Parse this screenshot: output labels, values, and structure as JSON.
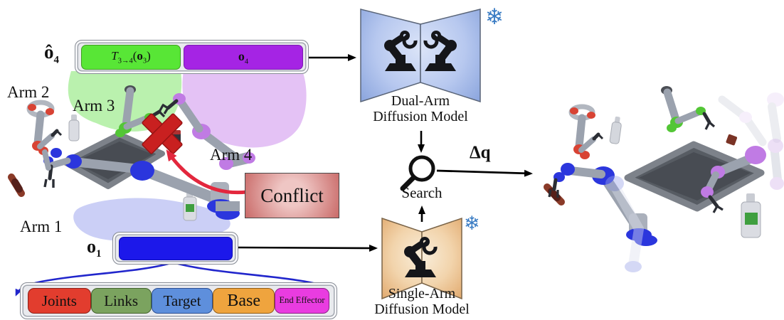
{
  "labels": {
    "arm1": "Arm 1",
    "arm2": "Arm 2",
    "arm3": "Arm 3",
    "arm4": "Arm 4",
    "conflict": "Conflict",
    "search": "Search",
    "delta_q": "Δq",
    "dual_arm_line1": "Dual-Arm",
    "dual_arm_line2": "Diffusion Model",
    "single_arm_line1": "Single-Arm",
    "single_arm_line2": "Diffusion Model"
  },
  "observations": {
    "o_hat_4": {
      "base": "ô",
      "sub": "4"
    },
    "transform_term": {
      "fn": "T",
      "fn_sub": "3→4",
      "open": "(",
      "arg": "o",
      "arg_sub": "3",
      "close": ")"
    },
    "o_4": {
      "base": "o",
      "sub": "4"
    },
    "o_1": {
      "base": "o",
      "sub": "1"
    }
  },
  "components": {
    "items": [
      {
        "label": "Joints",
        "color": "#e23d2e"
      },
      {
        "label": "Links",
        "color": "#7ba35f"
      },
      {
        "label": "Target",
        "color": "#5e8fdc"
      },
      {
        "label": "Base",
        "color": "#efa43e"
      },
      {
        "label": "End Effector",
        "color": "#e93ce0"
      }
    ]
  },
  "colors": {
    "transform_box_green": "#58e636",
    "o4_box_purple": "#a524e4",
    "o1_box_blue": "#1c18ea",
    "snowflake_blue": "#3a7cc4",
    "conflict_fill": "#cb6b6b",
    "conflict_arrow_red": "#e3273d",
    "joint_red": "#d84334",
    "joint_blue": "#2b36dd",
    "joint_green": "#53c636",
    "joint_purple": "#c07be4"
  },
  "icons": {
    "snowflake": "❄"
  }
}
